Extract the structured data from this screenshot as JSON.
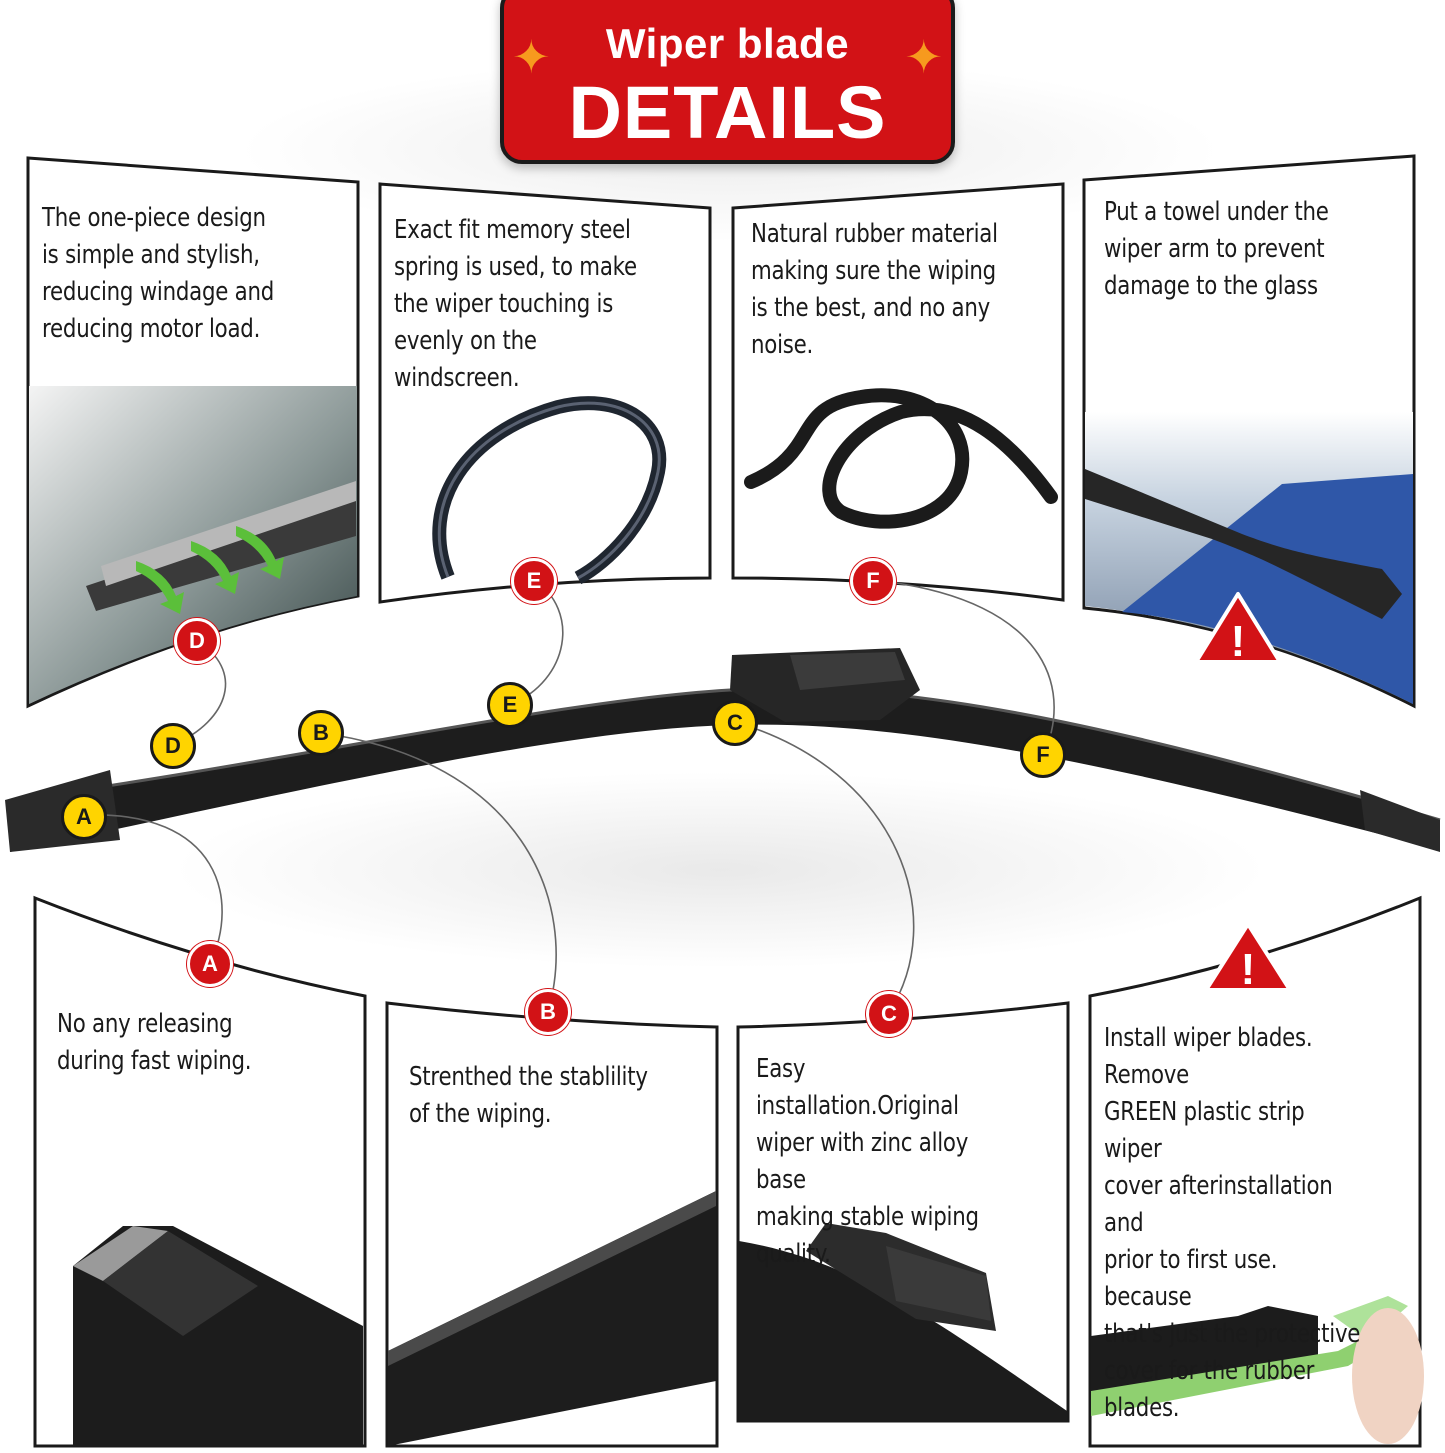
{
  "title": {
    "line1": "Wiper blade",
    "line2": "DETAILS"
  },
  "top_panels": [
    {
      "id": "D",
      "text": "The one-piece design\nis simple and stylish,\nreducing windage and\nreducing motor load."
    },
    {
      "id": "E",
      "text": "Exact fit memory  steel\nspring is used, to make\nthe wiper touching is\nevenly on the windscreen."
    },
    {
      "id": "F",
      "text": "Natural rubber material\nmaking sure the wiping\nis the best, and no any\nnoise."
    },
    {
      "id": "warn-top",
      "text": "Put a towel under the\nwiper arm to prevent\ndamage to the glass"
    }
  ],
  "bottom_panels": [
    {
      "id": "A",
      "text": "No any releasing\nduring fast wiping."
    },
    {
      "id": "B",
      "text": "Strenthed the stablility\nof the wiping."
    },
    {
      "id": "C",
      "text": "Easy installation.Original\nwiper with zinc alloy base\nmaking stable wiping\nquality."
    },
    {
      "id": "warn-bottom",
      "text": "Install wiper blades. Remove\nGREEN plastic strip wiper\ncover afterinstallation and\nprior to first use. because\nthat's just  the protective\ncover for the rubber blades."
    }
  ],
  "blade_labels": {
    "A": "A",
    "B": "B",
    "C": "C",
    "D": "D",
    "E": "E",
    "F": "F"
  },
  "panel_labels": {
    "A": "A",
    "B": "B",
    "C": "C",
    "D": "D",
    "E": "E",
    "F": "F"
  },
  "warning_glyph": "!",
  "colors": {
    "accent_red": "#d21216",
    "badge_yellow": "#ffd400",
    "sparkle": "#f79a1e"
  }
}
